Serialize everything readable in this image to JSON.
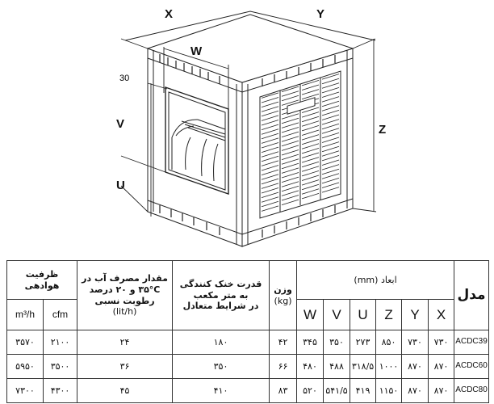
{
  "drawing": {
    "labels": {
      "x": "X",
      "y": "Y",
      "z": "Z",
      "w": "W",
      "v": "V",
      "u": "U",
      "offset": "30"
    }
  },
  "table": {
    "headers": {
      "model": "مدل",
      "dimensions": "ابعاد (mm)",
      "weight_line1": "وزن",
      "weight_line2": "(kg)",
      "cooling_line1": "قدرت خنک کنندگی",
      "cooling_line2": "به متر مکعب",
      "cooling_line3": "در شرایط متعادل",
      "water_line1": "مقدار مصرف آب در",
      "water_line2": "۳۵°C و ۲۰ درصد",
      "water_line3": "رطوبت نسبی",
      "water_line4": "(lit/h)",
      "airflow": "ظرفیت هوادهی",
      "cfm": "cfm",
      "m3h": "m³/h",
      "dims": [
        "X",
        "Y",
        "Z",
        "U",
        "V",
        "W"
      ]
    },
    "rows": [
      {
        "model": "ACDC39",
        "X": "۷۳۰",
        "Y": "۷۳۰",
        "Z": "۸۵۰",
        "U": "۲۷۳",
        "V": "۳۵۰",
        "W": "۳۴۵",
        "weight": "۴۲",
        "cooling": "۱۸۰",
        "water": "۲۴",
        "cfm": "۲۱۰۰",
        "m3h": "۳۵۷۰"
      },
      {
        "model": "ACDC60",
        "X": "۸۷۰",
        "Y": "۸۷۰",
        "Z": "۱۰۰۰",
        "U": "۳۱۸/۵",
        "V": "۴۸۸",
        "W": "۴۸۰",
        "weight": "۶۶",
        "cooling": "۳۵۰",
        "water": "۳۶",
        "cfm": "۳۵۰۰",
        "m3h": "۵۹۵۰"
      },
      {
        "model": "ACDC80",
        "X": "۸۷۰",
        "Y": "۸۷۰",
        "Z": "۱۱۵۰",
        "U": "۴۱۹",
        "V": "۵۴۱/۵",
        "W": "۵۲۰",
        "weight": "۸۳",
        "cooling": "۴۱۰",
        "water": "۴۵",
        "cfm": "۴۳۰۰",
        "m3h": "۷۳۰۰"
      }
    ]
  }
}
